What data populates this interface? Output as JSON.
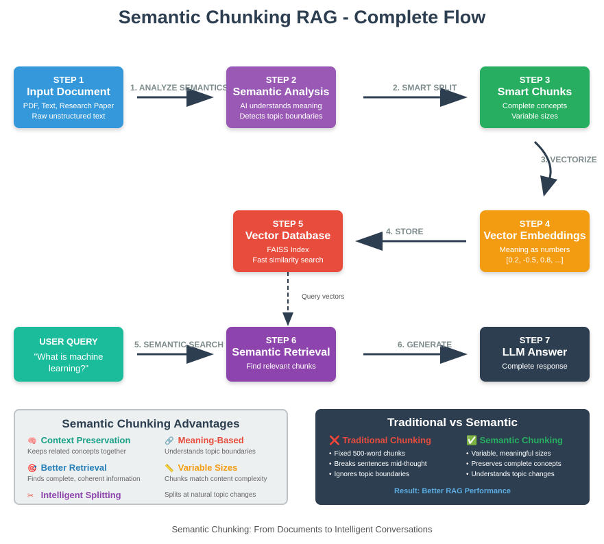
{
  "title": "Semantic Chunking RAG - Complete Flow",
  "colors": {
    "step1": "#3498db",
    "step2": "#9b59b6",
    "step3": "#27ae60",
    "step4": "#f39c12",
    "step5": "#e74c3c",
    "step6": "#8e44ad",
    "step7": "#2c3e50",
    "query": "#1abc9c",
    "arrow": "#2c3e50",
    "context": "#16a085",
    "meaning": "#e74c3c",
    "retrieval": "#2980b9",
    "variable": "#f39c12",
    "intelligent": "#8e44ad",
    "trad": "#e74c3c",
    "semantic": "#27ae60"
  },
  "steps": {
    "s1": {
      "step": "STEP 1",
      "name": "Input Document",
      "desc": [
        "PDF, Text, Research Paper",
        "Raw unstructured text"
      ]
    },
    "s2": {
      "step": "STEP 2",
      "name": "Semantic Analysis",
      "desc": [
        "AI understands meaning",
        "Detects topic boundaries"
      ]
    },
    "s3": {
      "step": "STEP 3",
      "name": "Smart Chunks",
      "desc": [
        "Complete concepts",
        "Variable sizes"
      ]
    },
    "s4": {
      "step": "STEP 4",
      "name": "Vector Embeddings",
      "desc": [
        "Meaning as numbers",
        "[0.2, -0.5, 0.8, ...]"
      ]
    },
    "s5": {
      "step": "STEP 5",
      "name": "Vector Database",
      "desc": [
        "FAISS Index",
        "Fast similarity search"
      ]
    },
    "s6": {
      "step": "STEP 6",
      "name": "Semantic Retrieval",
      "desc": [
        "Find relevant chunks"
      ]
    },
    "s7": {
      "step": "STEP 7",
      "name": "LLM Answer",
      "desc": [
        "Complete response"
      ]
    }
  },
  "query": {
    "label": "USER QUERY",
    "text": "\"What is machine learning?\""
  },
  "arrows": {
    "a1": "1. ANALYZE SEMANTICS",
    "a2": "2. SMART SPLIT",
    "a3": "3. VECTORIZE",
    "a4": "4. STORE",
    "a5": "5. SEMANTIC SEARCH",
    "a6": "6. GENERATE",
    "query_vectors": "Query vectors"
  },
  "advantages": {
    "title": "Semantic Chunking Advantages",
    "items": [
      {
        "icon": "brain-icon",
        "glyph": "🧠",
        "label": "Context Preservation",
        "sub": "Keeps related concepts together"
      },
      {
        "icon": "link-icon",
        "glyph": "🔗",
        "label": "Meaning-Based",
        "sub": "Understands topic boundaries"
      },
      {
        "icon": "target-icon",
        "glyph": "🎯",
        "label": "Better Retrieval",
        "sub": "Finds complete, coherent information"
      },
      {
        "icon": "ruler-icon",
        "glyph": "📏",
        "label": "Variable Sizes",
        "sub": "Chunks match content complexity"
      },
      {
        "icon": "scissors-icon",
        "glyph": "✂",
        "label": "Intelligent Splitting",
        "sub": "Splits at natural topic changes"
      }
    ]
  },
  "comparison": {
    "title": "Traditional vs Semantic",
    "traditional": {
      "icon": "cross-icon",
      "glyph": "❌",
      "label": "Traditional Chunking",
      "points": [
        "Fixed 500-word chunks",
        "Breaks sentences mid-thought",
        "Ignores topic boundaries"
      ]
    },
    "semantic": {
      "icon": "check-icon",
      "glyph": "✅",
      "label": "Semantic Chunking",
      "points": [
        "Variable, meaningful sizes",
        "Preserves complete concepts",
        "Understands topic changes"
      ]
    },
    "result": "Result: Better RAG Performance"
  },
  "footer": "Semantic Chunking: From Documents to Intelligent Conversations"
}
